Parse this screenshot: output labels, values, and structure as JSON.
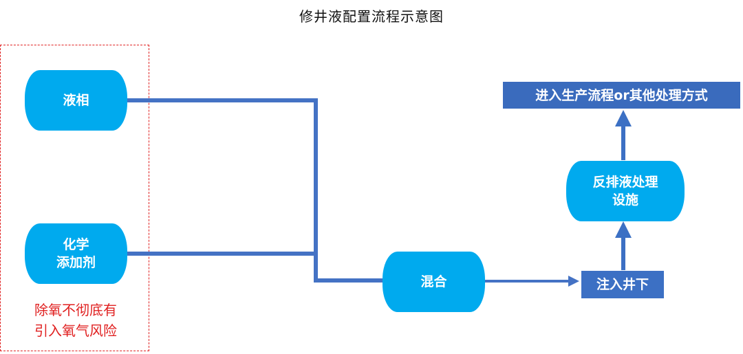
{
  "title": "修井液配置流程示意图",
  "nodes": {
    "liquid_phase": "液相",
    "chemical_additive": "化学\n添加剂",
    "mixing": "混合",
    "inject_downhole": "注入井下",
    "flowback_facility": "反排液处理\n设施",
    "next_step": "进入生产流程or其他处理方式"
  },
  "warning": {
    "text": "除氧不彻底有\n引入氧气风险"
  },
  "colors": {
    "round_node": "#00aaee",
    "rect_node": "#3c70c4",
    "connector": "#4472c4",
    "warning": "#e02020"
  }
}
